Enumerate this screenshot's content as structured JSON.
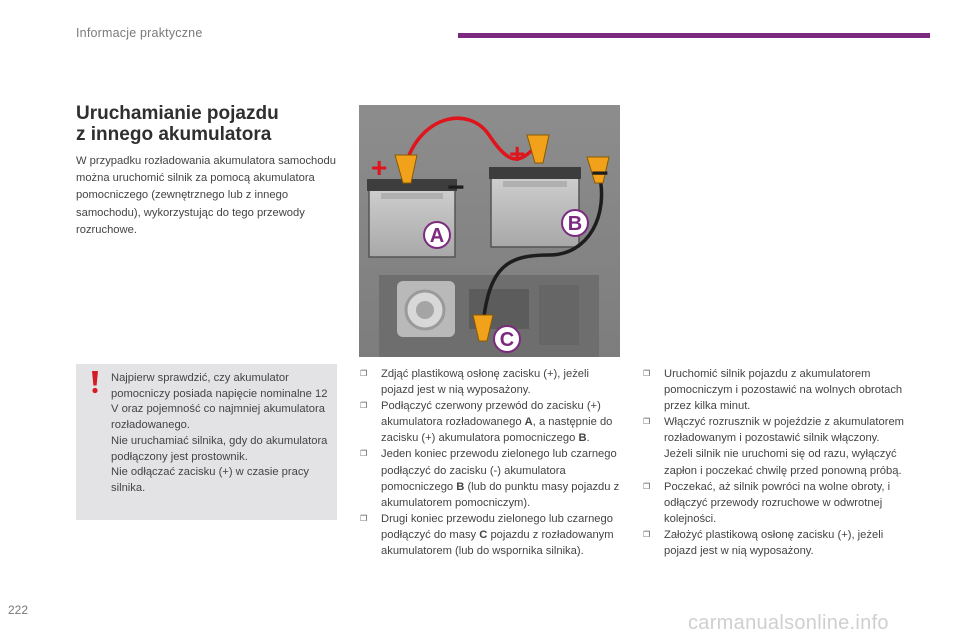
{
  "header": {
    "title": "Informacje praktyczne"
  },
  "section": {
    "title_line1": "Uruchamianie pojazdu",
    "title_line2": "z innego akumulatora",
    "intro": "W przypadku rozładowania akumulatora samochodu można uruchomić silnik za pomocą akumulatora pomocniczego (zewnętrznego lub z innego samochodu), wykorzystując do tego przewody rozruchowe."
  },
  "warning": {
    "text": "Najpierw sprawdzić, czy akumulator pomocniczy posiada napięcie nominalne 12 V oraz pojemność co najmniej akumulatora rozładowanego.\nNie uruchamiać silnika, gdy do akumulatora podłączony jest prostownik.\nNie odłączać zacisku (+) w czasie pracy silnika."
  },
  "illustration": {
    "label_a": "A",
    "label_b": "B",
    "label_c": "C",
    "plus": "+",
    "minus": "−"
  },
  "steps_mid": [
    {
      "pre": "Zdjąć plastikową osłonę zacisku (+), jeżeli pojazd jest w nią wyposażony.",
      "bold": "",
      "post": ""
    },
    {
      "pre": "Podłączyć czerwony przewód do zacisku (+) akumulatora rozładowanego ",
      "bold": "A",
      "post": ", a następnie do zacisku (+) akumulatora pomocniczego ",
      "bold2": "B",
      "post2": "."
    },
    {
      "pre": "Jeden koniec przewodu zielonego lub czarnego podłączyć do zacisku (-) akumulatora pomocniczego ",
      "bold": "B",
      "post": " (lub do punktu masy pojazdu z akumulatorem pomocniczym)."
    },
    {
      "pre": "Drugi koniec przewodu zielonego lub czarnego podłączyć do masy ",
      "bold": "C",
      "post": " pojazdu z rozładowanym akumulatorem (lub do wspornika silnika)."
    }
  ],
  "steps_right": [
    {
      "text": "Uruchomić silnik pojazdu z akumulatorem pomocniczym i pozostawić na wolnych obrotach przez kilka minut."
    },
    {
      "text": "Włączyć rozrusznik w pojeździe z akumulatorem rozładowanym i pozostawić silnik włączony.\nJeżeli silnik nie uruchomi się od razu, wyłączyć zapłon i poczekać chwilę przed ponowną próbą."
    },
    {
      "text": "Poczekać, aż silnik powróci na wolne obroty, i odłączyć przewody rozruchowe w odwrotnej kolejności."
    },
    {
      "text": "Założyć plastikową osłonę zacisku (+), jeżeli pojazd jest w nią wyposażony."
    }
  ],
  "bullet_glyph": "❒",
  "page_number": "222",
  "watermark": "carmanualsonline.info",
  "colors": {
    "accent": "#7b2a7f",
    "warning_red": "#d41c28",
    "panel_gray": "#e3e3e5"
  }
}
